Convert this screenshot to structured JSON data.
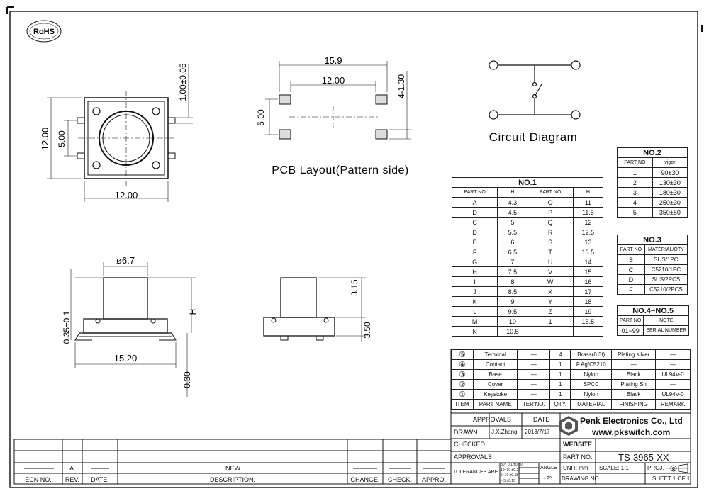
{
  "logo": {
    "text": "RoHS"
  },
  "views": {
    "top": {
      "width": "12.00",
      "height": "12.00",
      "pitch": "5.00",
      "lead": "1.00±0.05"
    },
    "pcb": {
      "overall": "15.9",
      "pitch": "12.00",
      "vertical": "5.00",
      "pad": "4-1.30",
      "caption": "PCB Layout(Pattern side)"
    },
    "circuit": {
      "caption": "Circuit Diagram"
    },
    "side": {
      "diameter": "ø6.7",
      "width": "15.20",
      "height_var": "H",
      "base": "0.35±0.1",
      "lead": "0.30"
    },
    "side2": {
      "actuator": "3.15",
      "body": "3.50"
    }
  },
  "table_no1": {
    "title": "NO.1",
    "headers": [
      "PART NO",
      "H",
      "PART NO",
      "H"
    ],
    "rows": [
      [
        "A",
        "4.3",
        "O",
        "11"
      ],
      [
        "D",
        "4.5",
        "P",
        "11.5"
      ],
      [
        "C",
        "5",
        "Q",
        "12"
      ],
      [
        "D",
        "5.5",
        "R",
        "12.5"
      ],
      [
        "E",
        "6",
        "S",
        "13"
      ],
      [
        "F",
        "6.5",
        "T",
        "13.5"
      ],
      [
        "G",
        "7",
        "U",
        "14"
      ],
      [
        "H",
        "7.5",
        "V",
        "15"
      ],
      [
        "I",
        "8",
        "W",
        "16"
      ],
      [
        "J",
        "8.5",
        "X",
        "17"
      ],
      [
        "K",
        "9",
        "Y",
        "18"
      ],
      [
        "L",
        "9.5",
        "Z",
        "19"
      ],
      [
        "M",
        "10",
        "1",
        "15.5"
      ],
      [
        "N",
        "10.5",
        "",
        ""
      ]
    ]
  },
  "table_no2": {
    "title": "NO.2",
    "headers": [
      "PART NO",
      "vigor"
    ],
    "rows": [
      [
        "1",
        "90±30"
      ],
      [
        "2",
        "130±30"
      ],
      [
        "3",
        "180±30"
      ],
      [
        "4",
        "250±30"
      ],
      [
        "5",
        "350±50"
      ]
    ]
  },
  "table_no3": {
    "title": "NO.3",
    "headers": [
      "PART NO",
      "MATERIAL/QTY"
    ],
    "rows": [
      [
        "S",
        "SUS/1PC"
      ],
      [
        "C",
        "C5210/1PC"
      ],
      [
        "D",
        "SUS/2PCS"
      ],
      [
        "F",
        "C5210/2PCS"
      ]
    ]
  },
  "table_no45": {
    "title": "NO.4~NO.5",
    "headers": [
      "PART NO",
      "NOTE"
    ],
    "rows": [
      [
        "01~99",
        "SERIAL NUMBER"
      ]
    ]
  },
  "bom": {
    "rows": [
      [
        "⑤",
        "Terminal",
        "—",
        "4",
        "Brass(0.3t)",
        "Plating silver",
        "—"
      ],
      [
        "④",
        "Contact",
        "—",
        "1",
        "F.Ag/C5210",
        "—",
        "—"
      ],
      [
        "③",
        "Base",
        "—",
        "1",
        "Nylon",
        "Black",
        "UL94V-0"
      ],
      [
        "②",
        "Cover",
        "—",
        "1",
        "SPCC",
        "Plating Sn",
        "—"
      ],
      [
        "①",
        "Keystoke",
        "—",
        "1",
        "Nylon",
        "Black",
        "UL94V-0"
      ]
    ],
    "headers": [
      "ITEM",
      "PART NAME",
      "TER'NO.",
      "QTY.",
      "MATERIAL",
      "FINISHING",
      "REMARK"
    ]
  },
  "title_block": {
    "approvals": "APPROVALS",
    "date": "DATE",
    "drawn_label": "DRAWN",
    "drawn_by": "J.X.Zhang",
    "drawn_date": "2013/7/17",
    "checked": "CHECKED",
    "approvals2": "APPROVALS",
    "company": "Penk Electronics Co., Ltd",
    "website": "www.pkswitch.com",
    "website_label": "WEBSITE",
    "part_no_label": "PART NO.",
    "part_no": "TS-3965-XX",
    "tolerances": "TOLERANCES ARE",
    "tol_rows": [
      "30~ 0.1  ±0.30",
      "10~30  ±0.20",
      "6~10  ±0.15",
      "~ 5  ±0.10"
    ],
    "angle": "ANGLE",
    "angle_val": "±2°",
    "unit": "UNIT: mm",
    "scale": "SCALE: 1:1",
    "proj": "PROJ.",
    "drawing_no": "DRAWING NO.",
    "sheet": "SHEET 1 OF 1"
  },
  "revision": {
    "rev": "A",
    "new": "NEW",
    "headers": [
      "ECN NO.",
      "REV.",
      "DATE.",
      "DESCRIPTION.",
      "CHANGE.",
      "CHECK.",
      "APPRO."
    ]
  }
}
